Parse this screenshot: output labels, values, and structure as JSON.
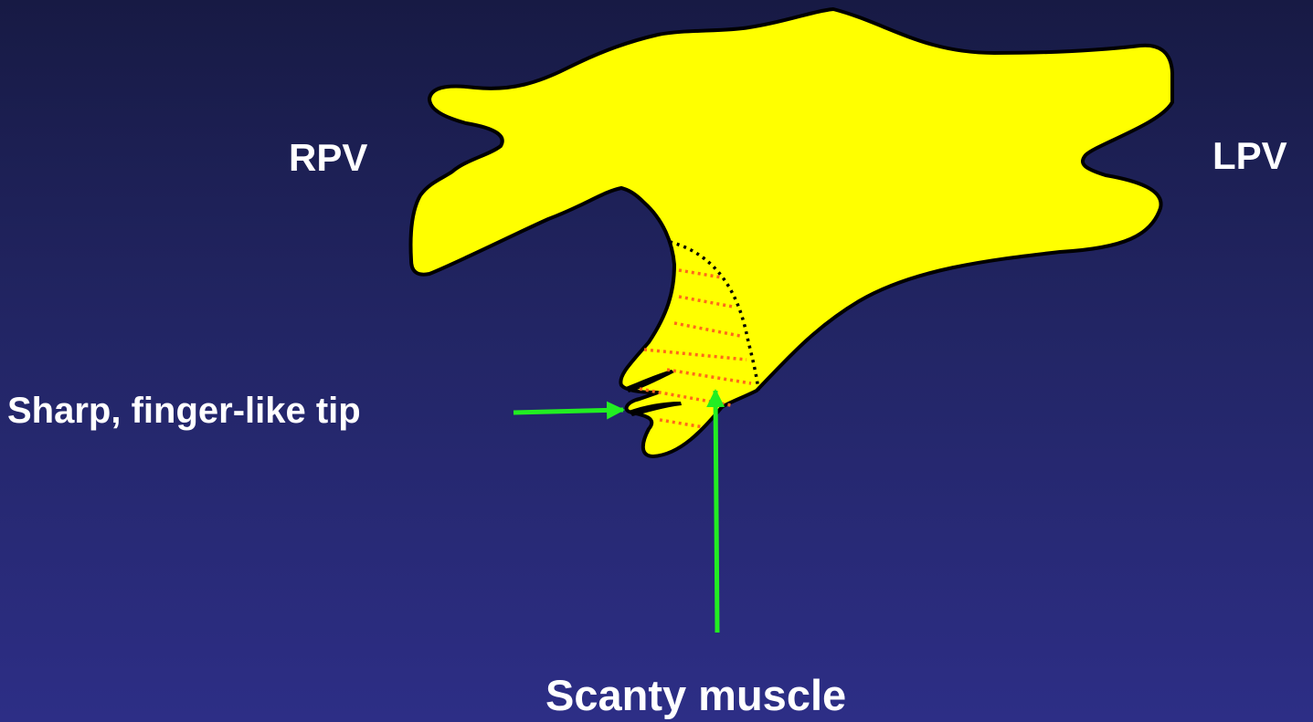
{
  "labels": {
    "rpv": "RPV",
    "lpv": "LPV",
    "finger_tip": "Sharp, finger-like tip",
    "scanty_muscle": "Scanty muscle"
  },
  "colors": {
    "background_top": "#171a44",
    "background_bottom": "#2d2e86",
    "atrium_fill": "#ffff00",
    "outline": "#000000",
    "muscle_lines": "#ff6a1a",
    "arrow": "#22ee22",
    "text": "#ffffff"
  }
}
